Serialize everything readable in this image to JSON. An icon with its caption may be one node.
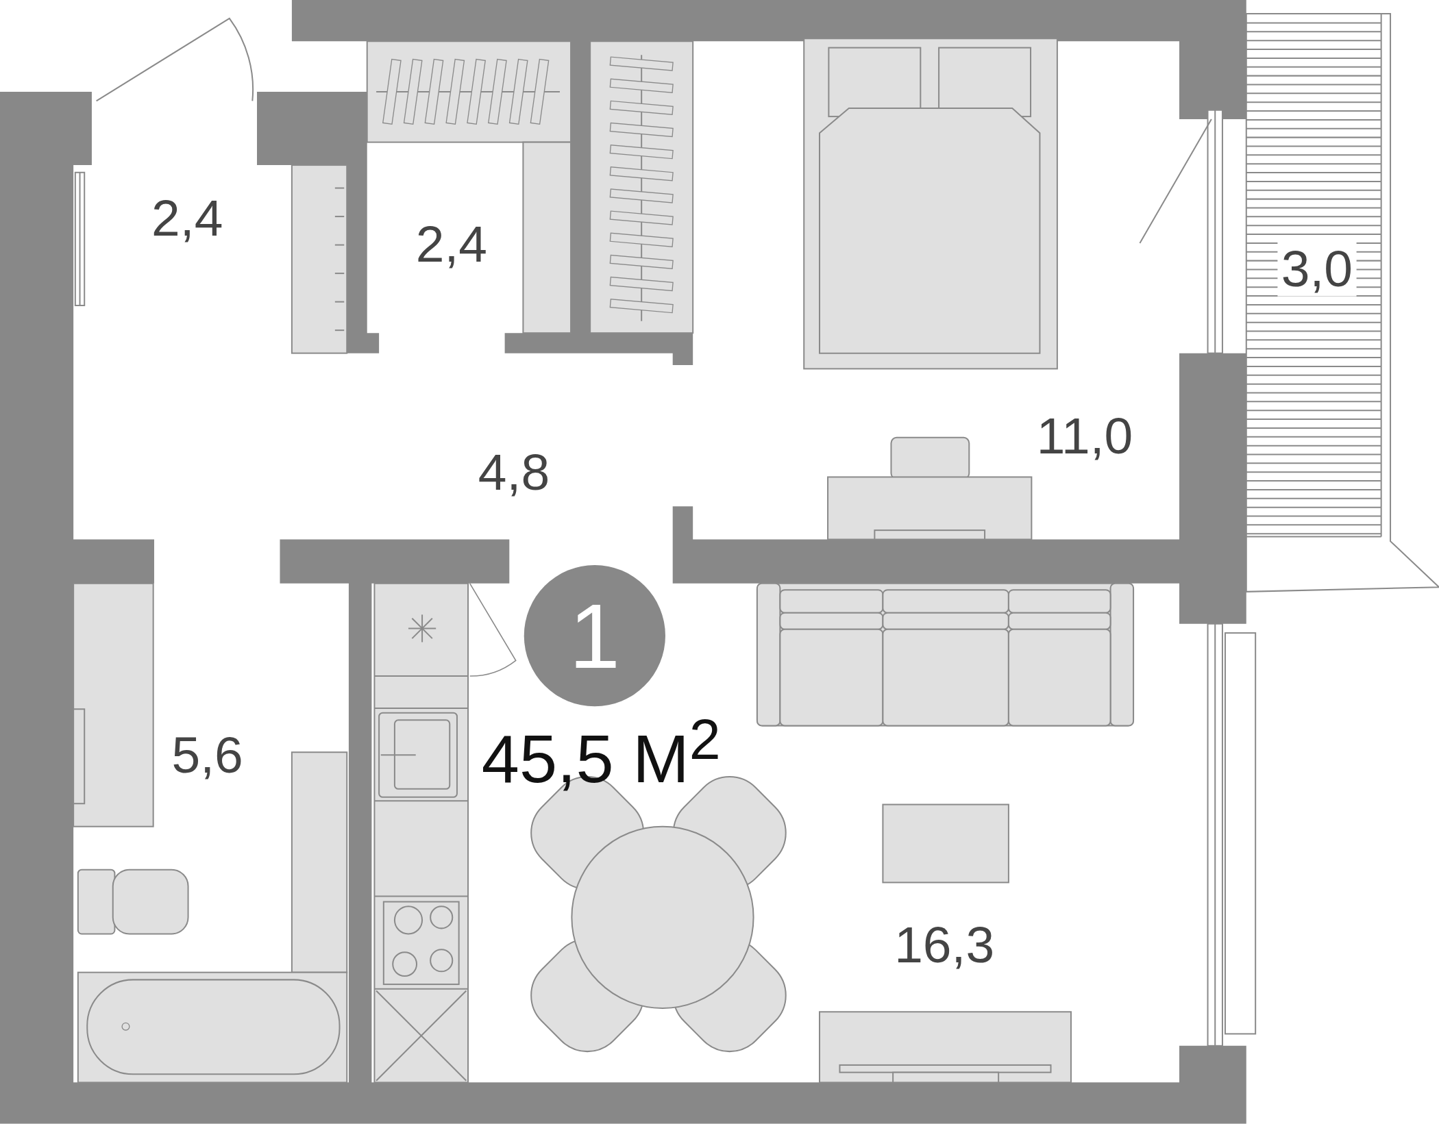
{
  "diagram": {
    "nodes": [
      {
        "text": [
          "1"
        ]
      }
    ],
    "labels": [
      "2,4",
      "2,4",
      "3,0",
      "11,0",
      "4,8",
      "5,6",
      "16,3",
      "45,5 М$^{2}$"
    ]
  }
}
